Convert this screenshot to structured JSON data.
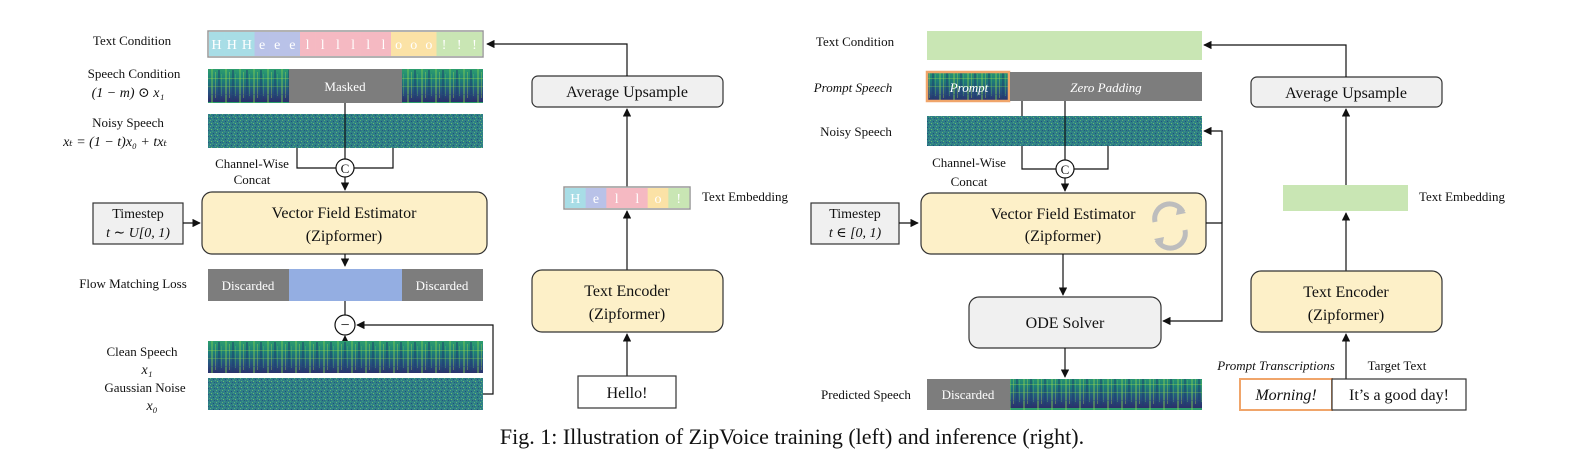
{
  "colors": {
    "yellow_box": "#fdf0c8",
    "grey_box": "#f0f0f0",
    "discard_grey": "#7d7d7d",
    "loss_blue": "#94aee2",
    "text_green": "#c9e6b4",
    "prompt_orange": "#f0a56a",
    "tok_h": "#a8dde6",
    "tok_e": "#b9c2e8",
    "tok_l": "#f5b9c2",
    "tok_o": "#fbe2a6",
    "tok_excl": "#c9e6b4"
  },
  "left": {
    "text_condition_label": "Text Condition",
    "text_condition_tokens": [
      "H",
      "H",
      "H",
      "e",
      "e",
      "e",
      "l",
      "l",
      "l",
      "l",
      "l",
      "l",
      "o",
      "o",
      "o",
      "!",
      "!",
      "!"
    ],
    "speech_condition_label": "Speech Condition",
    "speech_condition_formula": "(1 − m) ⊙ x₁",
    "masked_label": "Masked",
    "noisy_speech_label": "Noisy Speech",
    "noisy_speech_formula": "xₜ = (1 − t)x₀ + txₜ",
    "concat_label_1": "Channel-Wise",
    "concat_label_2": "Concat",
    "concat_symbol": "C",
    "timestep_label": "Timestep",
    "timestep_formula": "t ∼ U[0, 1)",
    "vfe_line1": "Vector Field Estimator",
    "vfe_line2": "(Zipformer)",
    "flow_loss_label": "Flow Matching Loss",
    "discarded_left": "Discarded",
    "discarded_right": "Discarded",
    "minus_symbol": "−",
    "clean_speech_label": "Clean Speech",
    "clean_speech_var": "x₁",
    "gaussian_noise_label": "Gaussian Noise",
    "gaussian_noise_var": "x₀",
    "avg_upsample": "Average Upsample",
    "text_embedding_tokens": [
      "H",
      "e",
      "l",
      "l",
      "o",
      "!"
    ],
    "text_embedding_label": "Text Embedding",
    "text_encoder_line1": "Text Encoder",
    "text_encoder_line2": "(Zipformer)",
    "input_text": "Hello!"
  },
  "right": {
    "text_condition_label": "Text Condition",
    "prompt_speech_label": "Prompt Speech",
    "prompt_label": "Prompt",
    "zero_padding_label": "Zero Padding",
    "noisy_speech_label": "Noisy Speech",
    "concat_label_1": "Channel-Wise",
    "concat_label_2": "Concat",
    "concat_symbol": "C",
    "timestep_label": "Timestep",
    "timestep_formula": "t ∈ [0, 1)",
    "vfe_line1": "Vector Field Estimator",
    "vfe_line2": "(Zipformer)",
    "ode_solver": "ODE Solver",
    "predicted_speech_label": "Predicted Speech",
    "discarded_label": "Discarded",
    "avg_upsample": "Average Upsample",
    "text_embedding_label": "Text Embedding",
    "text_encoder_line1": "Text Encoder",
    "text_encoder_line2": "(Zipformer)",
    "prompt_transcriptions_label": "Prompt Transcriptions",
    "target_text_label": "Target Text",
    "prompt_text": "Morning!",
    "target_text": "It’s a good day!"
  },
  "caption": "Fig. 1: Illustration of ZipVoice training (left) and inference (right)."
}
